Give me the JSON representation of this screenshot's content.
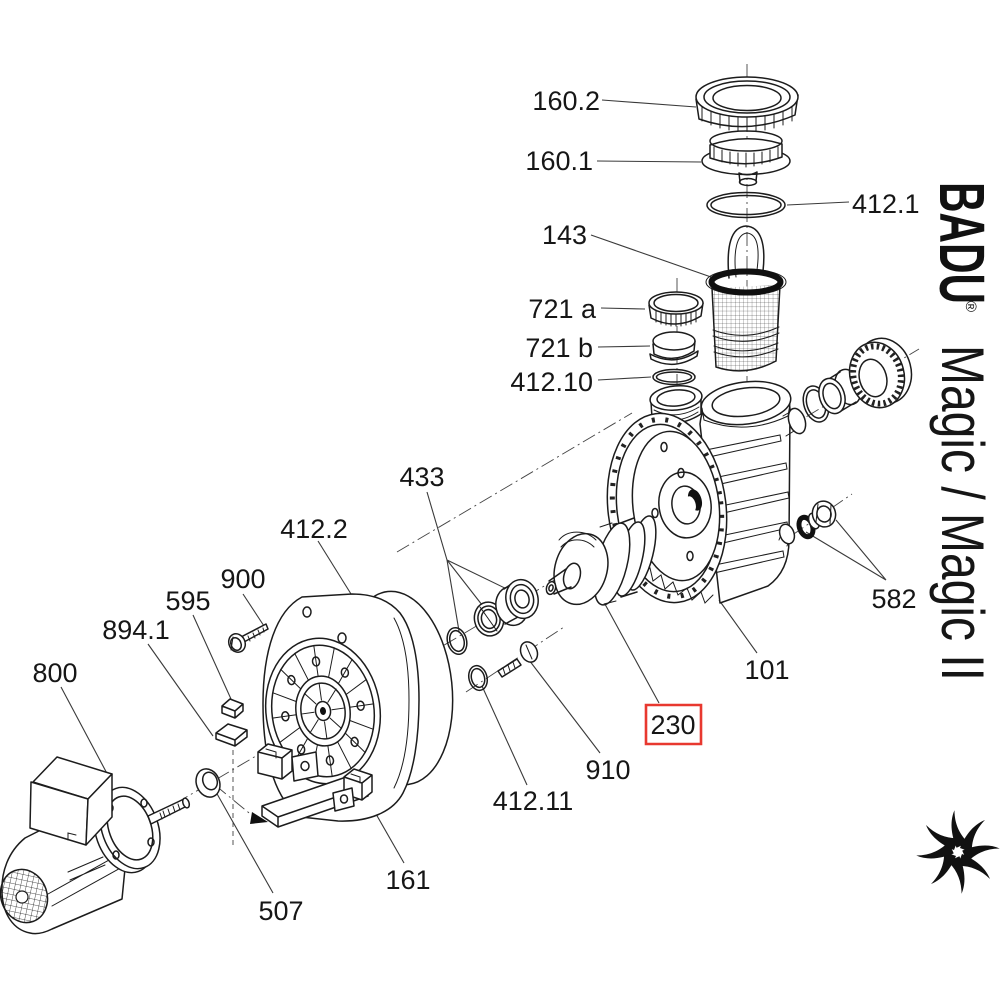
{
  "brand": {
    "name": "BADU",
    "registered": "®",
    "series": "Magic / Magic II"
  },
  "colors": {
    "highlight": "#e8382f",
    "line": "#1c1c1c"
  },
  "highlighted_part": "230",
  "parts": [
    {
      "label": "160.2",
      "highlighted": false
    },
    {
      "label": "160.1",
      "highlighted": false
    },
    {
      "label": "412.1",
      "highlighted": false
    },
    {
      "label": "143",
      "highlighted": false
    },
    {
      "label": "721 a",
      "highlighted": false
    },
    {
      "label": "721 b",
      "highlighted": false
    },
    {
      "label": "412.10",
      "highlighted": false
    },
    {
      "label": "433",
      "highlighted": false
    },
    {
      "label": "412.2",
      "highlighted": false
    },
    {
      "label": "900",
      "highlighted": false
    },
    {
      "label": "595",
      "highlighted": false
    },
    {
      "label": "894.1",
      "highlighted": false
    },
    {
      "label": "800",
      "highlighted": false
    },
    {
      "label": "582",
      "highlighted": false
    },
    {
      "label": "101",
      "highlighted": false
    },
    {
      "label": "230",
      "highlighted": true
    },
    {
      "label": "910",
      "highlighted": false
    },
    {
      "label": "412.11",
      "highlighted": false
    },
    {
      "label": "161",
      "highlighted": false
    },
    {
      "label": "507",
      "highlighted": false
    }
  ]
}
